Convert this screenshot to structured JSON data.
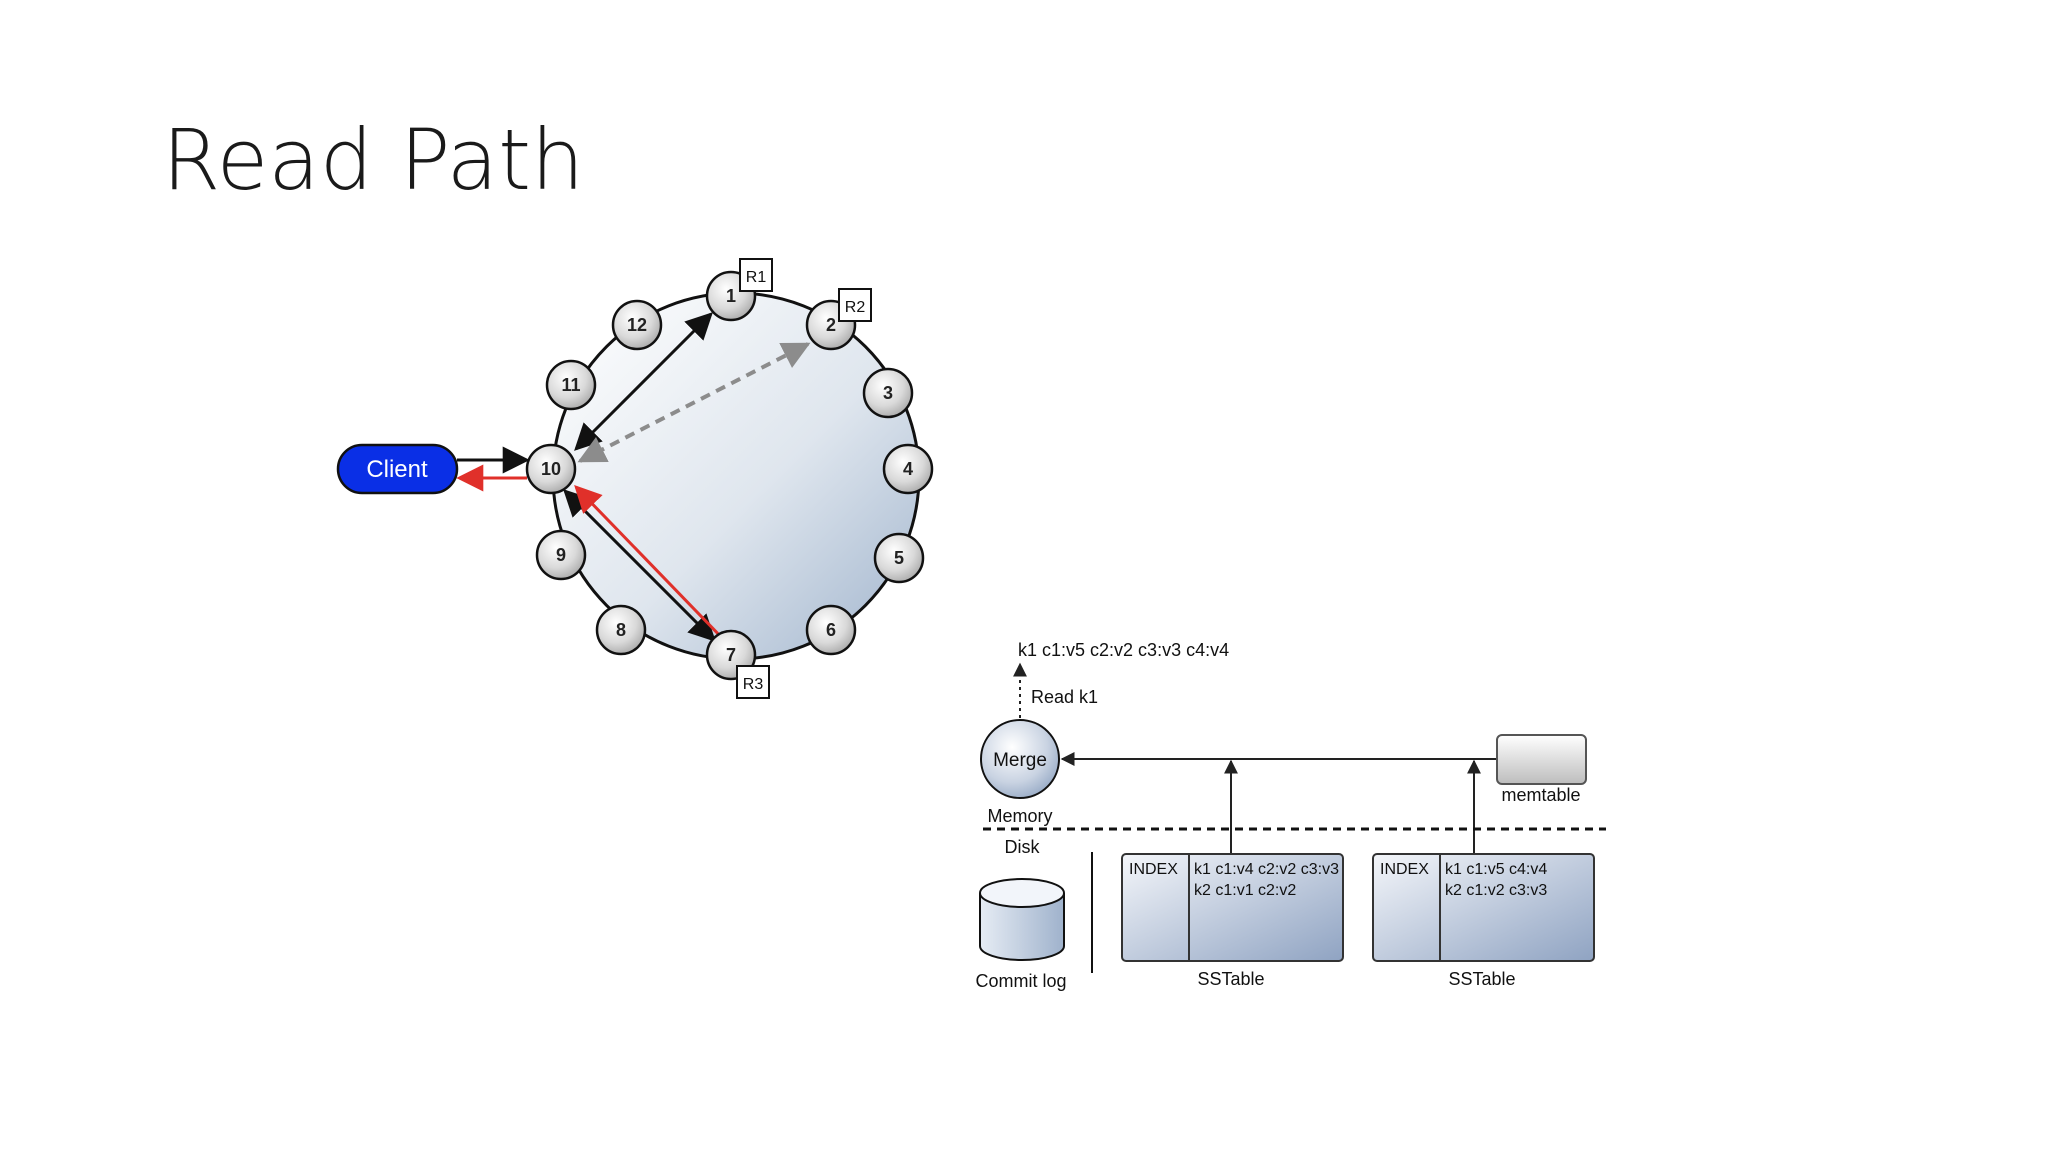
{
  "slide": {
    "title": "Read Path"
  },
  "ring": {
    "client_label": "Client",
    "nodes": [
      "1",
      "2",
      "3",
      "4",
      "5",
      "6",
      "7",
      "8",
      "9",
      "10",
      "11",
      "12"
    ],
    "replica_tags": {
      "r1": "R1",
      "r2": "R2",
      "r3": "R3"
    },
    "colors": {
      "client_fill": "#0a2fe6",
      "response_arrow": "#e0302a",
      "request_arrow": "#111111",
      "digest_arrow": "#8c8c8c"
    }
  },
  "storage": {
    "result_text": "k1 c1:v5 c2:v2 c3:v3 c4:v4",
    "read_label": "Read k1",
    "merge_label": "Merge",
    "memory_label": "Memory",
    "disk_label": "Disk",
    "memtable_label": "memtable",
    "commit_log_label": "Commit log",
    "sstables": [
      {
        "index_label": "INDEX",
        "rows": [
          "k1 c1:v4 c2:v2 c3:v3",
          "k2 c1:v1 c2:v2"
        ],
        "label": "SSTable"
      },
      {
        "index_label": "INDEX",
        "rows": [
          "k1 c1:v5 c4:v4",
          "k2 c1:v2 c3:v3"
        ],
        "label": "SSTable"
      }
    ]
  }
}
